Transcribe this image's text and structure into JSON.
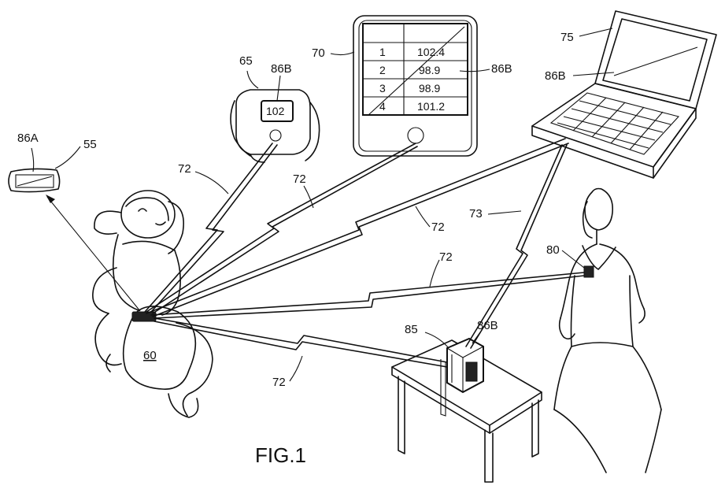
{
  "figure": {
    "caption": "FIG.1",
    "labels": {
      "sensor": "86A",
      "receiver": "55",
      "wrist_device": "65",
      "wrist_display_ref": "86B",
      "wrist_reading": "102",
      "tablet": "70",
      "tablet_display_ref": "86B",
      "laptop": "75",
      "laptop_display_ref": "86B",
      "infant": "60",
      "table_unit": "85",
      "table_display_ref": "86B",
      "clip_device": "80",
      "link_primary": "72",
      "link_secondary": "73"
    },
    "readings_table": {
      "rows": [
        {
          "index": "1",
          "value": "102.4"
        },
        {
          "index": "2",
          "value": "98.9"
        },
        {
          "index": "3",
          "value": "98.9"
        },
        {
          "index": "4",
          "value": "101.2"
        }
      ]
    }
  }
}
